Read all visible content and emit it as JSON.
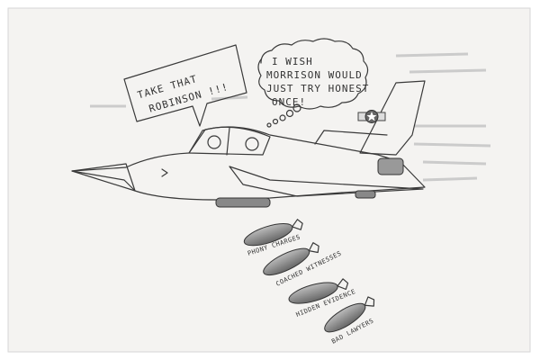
{
  "cartoon": {
    "speech_bubble": [
      "TAKE THAT",
      "ROBINSON !!!"
    ],
    "thought_bubble": [
      "I WISH",
      "MORRISON WOULD",
      "JUST TRY HONEST",
      "ONCE!"
    ],
    "bombs": [
      "PHONY CHARGES",
      "COACHED WITNESSES",
      "HIDDEN EVIDENCE",
      "BAD LAWYERS"
    ]
  }
}
